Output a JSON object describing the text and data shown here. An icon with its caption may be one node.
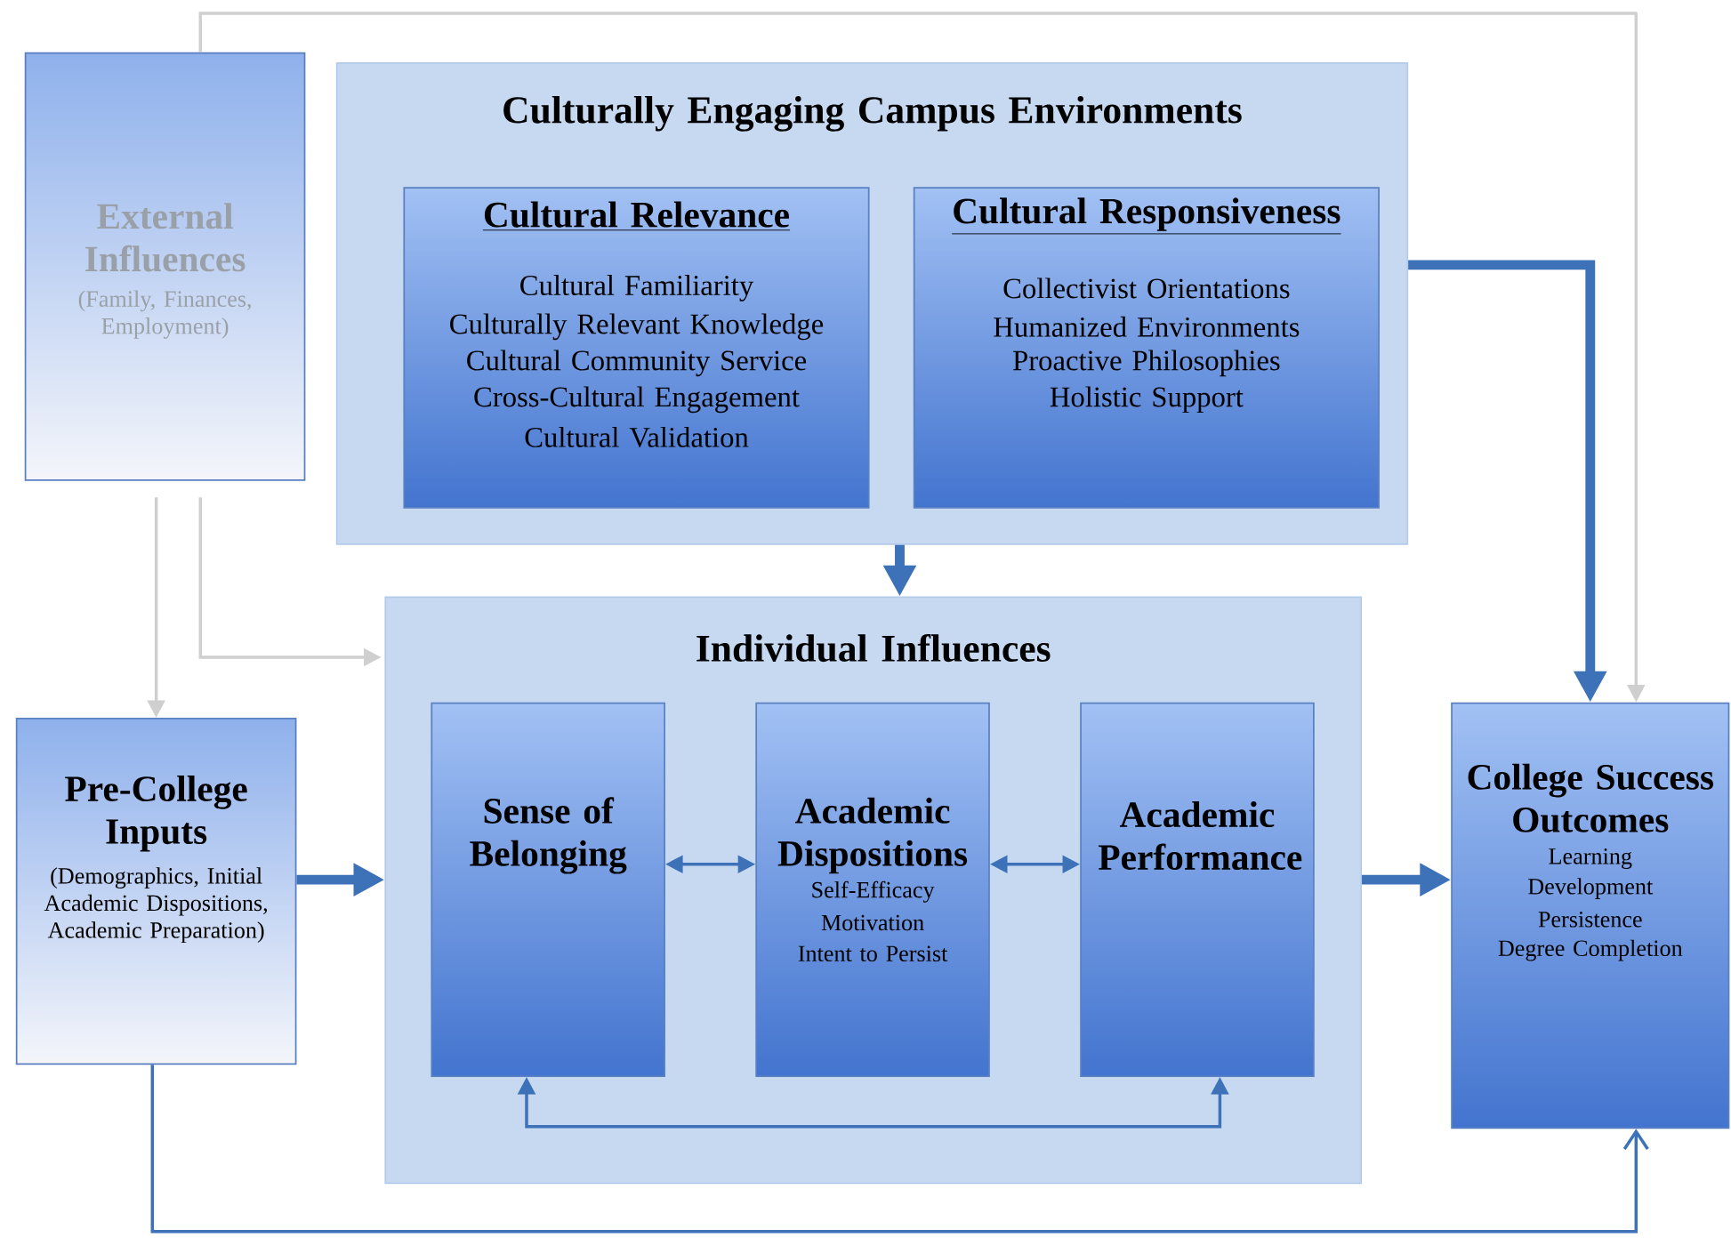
{
  "diagram": {
    "nodes": [
      {
        "text": [
          "External Influences",
          "(Family, Finances, Employment)"
        ]
      },
      {
        "text": [
          "Culturally Engaging Campus Environments"
        ]
      },
      {
        "text": [
          "Cultural Relevance",
          "Cultural Familiarity",
          "Culturally Relevant Knowledge",
          "Cultural Community Service",
          "Cross-Cultural Engagement",
          "Cultural Validation"
        ],
        "in": 1
      },
      {
        "text": [
          "Cultural Responsiveness",
          "Collectivist Orientations",
          "Humanized Environments",
          "Proactive Philosophies",
          "Holistic Support"
        ],
        "in": 1
      },
      {
        "text": [
          "Individual Influences"
        ]
      },
      {
        "text": [
          "Sense of Belonging"
        ],
        "in": 4
      },
      {
        "text": [
          "Academic Dispositions",
          "Self-Efficacy",
          "Motivation",
          "Intent to Persist"
        ],
        "in": 4
      },
      {
        "text": [
          "Academic Performance"
        ],
        "in": 4
      },
      {
        "text": [
          "Pre-College Inputs",
          "(Demographics, Initial Academic Dispositions, Academic Preparation)"
        ]
      },
      {
        "text": [
          "College Success Outcomes",
          "Learning",
          "Development",
          "Persistence",
          "Degree Completion"
        ]
      }
    ],
    "edges": [
      {
        "from": 0,
        "to": 8,
        "arrow": "to",
        "color": "#cfcfcf"
      },
      {
        "from": 0,
        "to": 4,
        "arrow": "to",
        "color": "#cfcfcf"
      },
      {
        "from": 0,
        "to": 9,
        "arrow": "to",
        "color": "#cfcfcf"
      },
      {
        "from": 1,
        "to": 4,
        "arrow": "to",
        "style": "thick"
      },
      {
        "from": 1,
        "to": 9,
        "arrow": "to",
        "style": "thick"
      },
      {
        "from": 8,
        "to": 4,
        "arrow": "to",
        "style": "thick"
      },
      {
        "from": 5,
        "to": 6,
        "arrow": "both"
      },
      {
        "from": 6,
        "to": 7,
        "arrow": "both"
      },
      {
        "from": 5,
        "to": 7,
        "arrow": "both"
      },
      {
        "from": 4,
        "to": 9,
        "arrow": "to",
        "style": "thick"
      },
      {
        "from": 8,
        "to": 9,
        "arrow": "to"
      }
    ]
  }
}
